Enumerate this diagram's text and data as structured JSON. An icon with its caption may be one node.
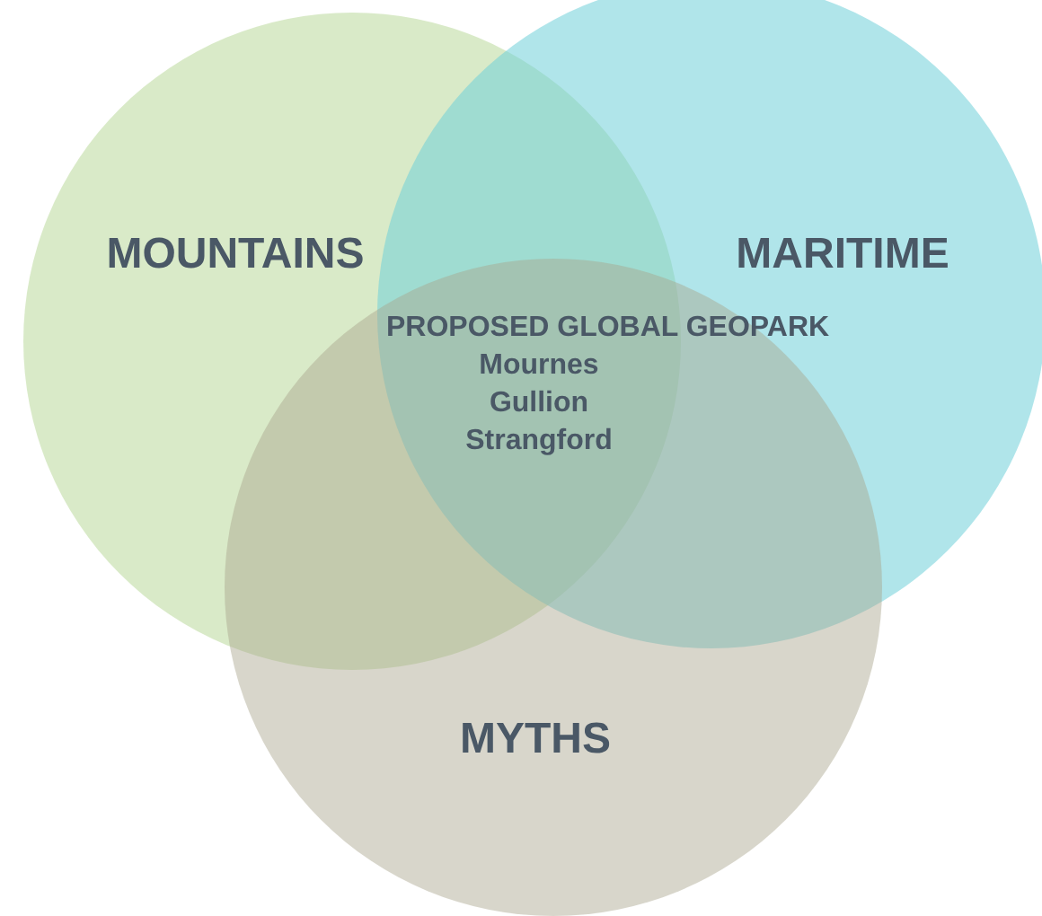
{
  "diagram": {
    "nodes": [
      {
        "text": [
          "MOUNTAINS"
        ]
      },
      {
        "text": [
          "MARITIME"
        ]
      },
      {
        "text": [
          "MYTHS"
        ]
      }
    ],
    "labels": [
      "PROPOSED GLOBAL GEOPARK",
      "Mournes",
      "Gullion",
      "Strangford"
    ]
  }
}
